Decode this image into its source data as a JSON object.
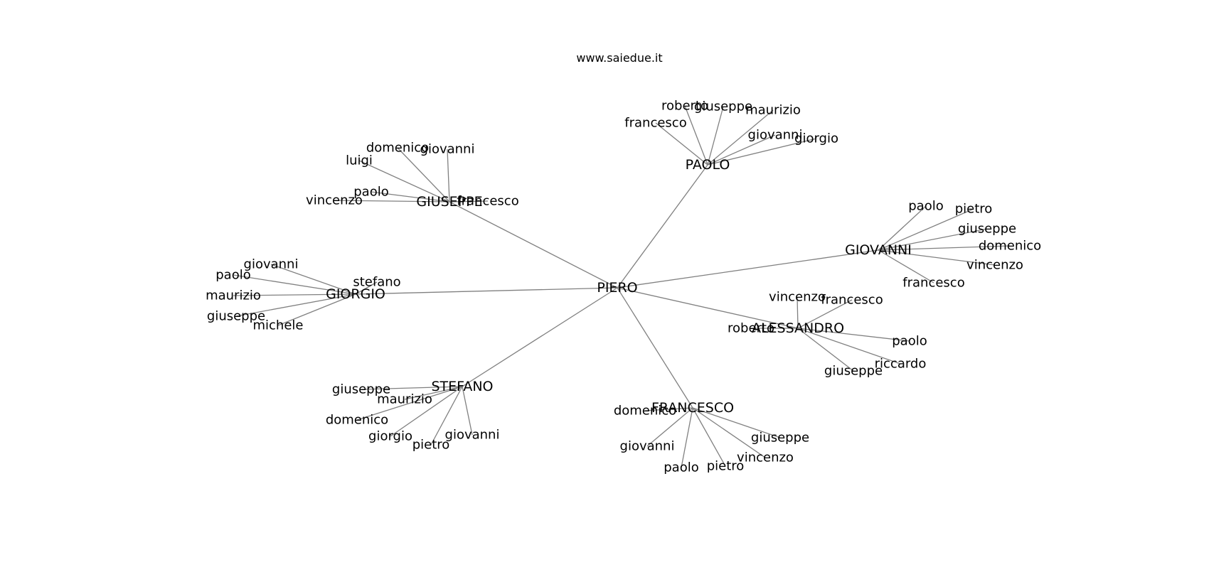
{
  "header": {
    "site_label": "www.saiedue.it"
  },
  "graph": {
    "root": "PIERO",
    "edge_color": "#808080",
    "label_color": "#000000",
    "hubs": [
      {
        "name": "PAOLO",
        "leaves": [
          "francesco",
          "roberto",
          "giuseppe",
          "maurizio",
          "giovanni",
          "giorgio"
        ]
      },
      {
        "name": "GIUSEPPE",
        "leaves": [
          "domenico",
          "giovanni",
          "luigi",
          "paolo",
          "vincenzo",
          "francesco"
        ]
      },
      {
        "name": "GIOVANNI",
        "leaves": [
          "paolo",
          "pietro",
          "giuseppe",
          "domenico",
          "vincenzo",
          "francesco"
        ]
      },
      {
        "name": "GIORGIO",
        "leaves": [
          "giovanni",
          "paolo",
          "stefano",
          "maurizio",
          "giuseppe",
          "michele"
        ]
      },
      {
        "name": "ALESSANDRO",
        "leaves": [
          "vincenzo",
          "francesco",
          "roberto",
          "paolo",
          "riccardo",
          "giuseppe"
        ]
      },
      {
        "name": "STEFANO",
        "leaves": [
          "giuseppe",
          "maurizio",
          "domenico",
          "giorgio",
          "pietro",
          "giovanni"
        ]
      },
      {
        "name": "FRANCESCO",
        "leaves": [
          "domenico",
          "giovanni",
          "paolo",
          "pietro",
          "vincenzo",
          "giuseppe"
        ]
      }
    ]
  }
}
